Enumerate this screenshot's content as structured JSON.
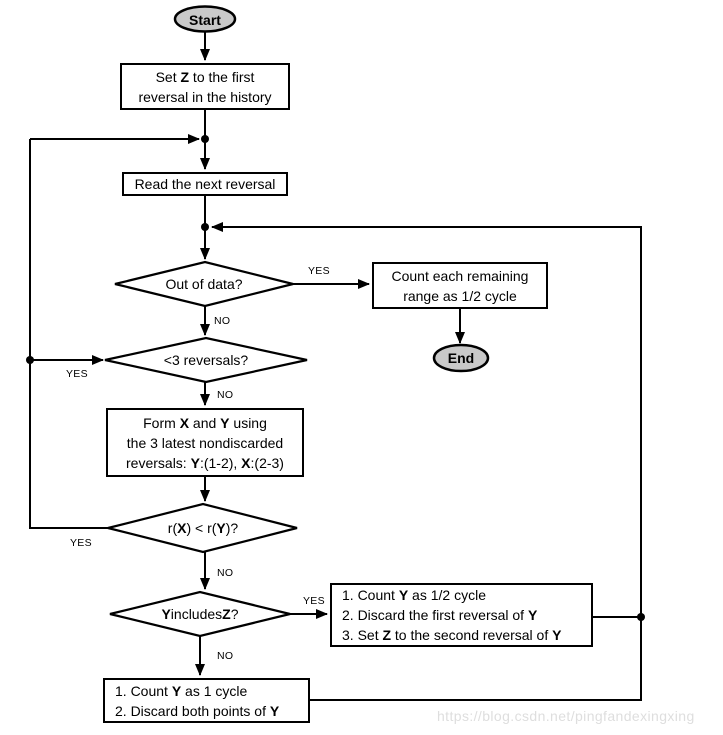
{
  "title": "Rainflow counting algorithm flowchart",
  "colors": {
    "terminal_fill": "#c9c9c9",
    "line": "#000000",
    "node_fill": "#ffffff",
    "watermark_text": "#dedede"
  },
  "nodes": {
    "start": {
      "label": "Start"
    },
    "set_z": {
      "line1": "Set **Z** to the first",
      "line2": "reversal in the history"
    },
    "read_next": {
      "label": "Read the next reversal"
    },
    "out_of_data": {
      "label": "Out of data?"
    },
    "count_remaining": {
      "line1": "Count each remaining",
      "line2": "range as 1/2 cycle"
    },
    "end": {
      "label": "End"
    },
    "lt3_reversals": {
      "label": "<3 reversals?"
    },
    "form_xy": {
      "line1": "Form **X** and **Y** using",
      "line2": "the 3 latest nondiscarded",
      "line3": "reversals: **Y**:(1-2), **X**:(2-3)"
    },
    "range_compare": {
      "label": "r(**X**) < r(**Y**)?"
    },
    "y_includes_z": {
      "label": "**Y** includes **Z**?"
    },
    "count_half": {
      "line1": "1. Count **Y** as 1/2 cycle",
      "line2": "2. Discard the first reversal of **Y**",
      "line3": "3. Set **Z** to the second reversal of **Y**"
    },
    "count_full": {
      "line1": "1. Count **Y** as 1 cycle",
      "line2": "2. Discard both points of **Y**"
    }
  },
  "edge_labels": {
    "yes": "YES",
    "no": "NO"
  },
  "watermark": "https://blog.csdn.net/pingfandexingxing"
}
